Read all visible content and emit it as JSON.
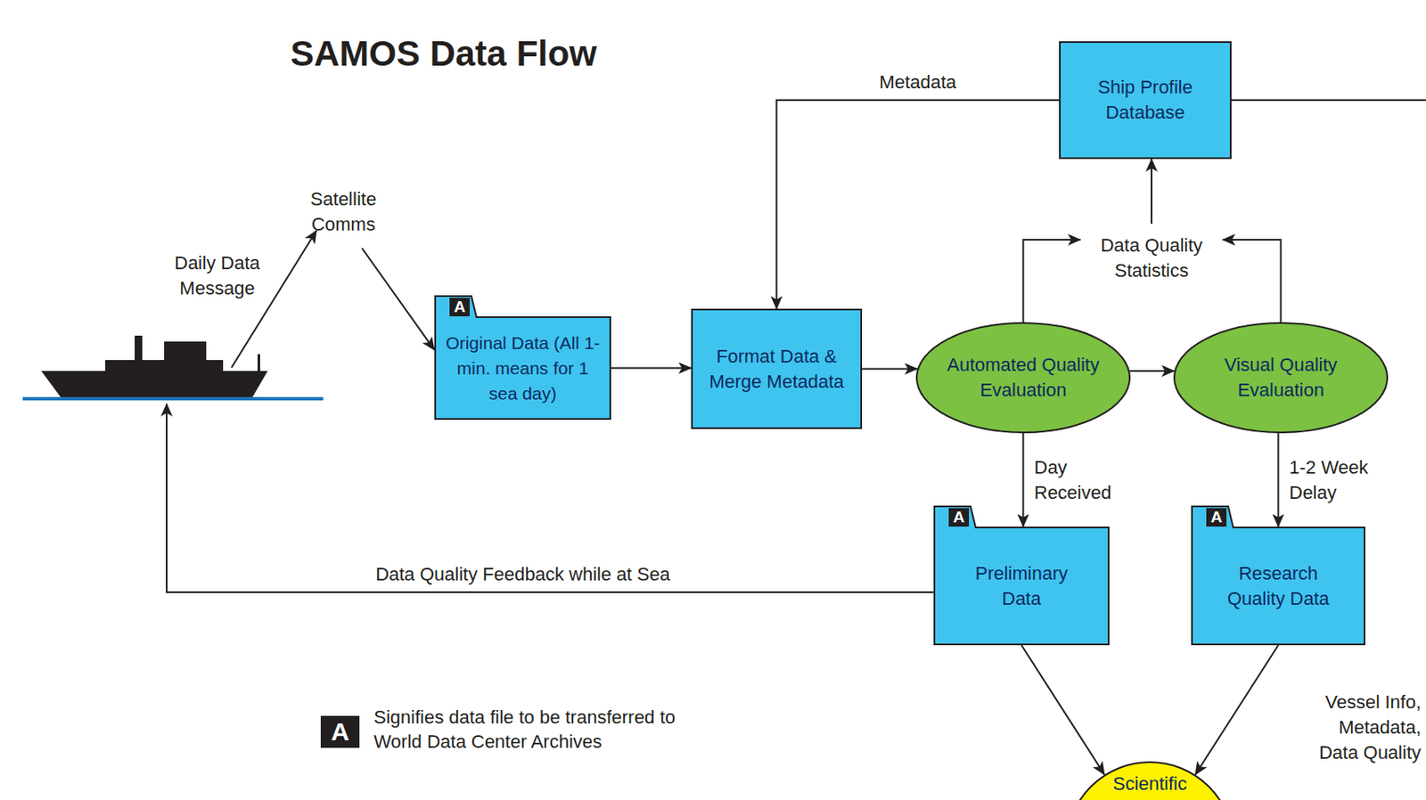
{
  "diagram": {
    "title": "SAMOS Data Flow",
    "nodes": [
      {
        "text": [
          "Satellite Comms"
        ]
      },
      {
        "text": [
          "Original Data (All 1-min. means for 1 sea day)"
        ]
      },
      {
        "text": [
          "Format Data & Merge Metadata"
        ]
      },
      {
        "text": [
          "Ship Profile Database"
        ]
      },
      {
        "text": [
          "Data Quality Statistics"
        ]
      },
      {
        "text": [
          "Automated Quality Evaluation"
        ]
      },
      {
        "text": [
          "Visual Quality Evaluation"
        ]
      },
      {
        "text": [
          "Preliminary Data"
        ]
      },
      {
        "text": [
          "Research Quality Data"
        ]
      },
      {
        "text": [
          "Scientific"
        ]
      }
    ],
    "edges": [
      {
        "from": 0,
        "to": 1,
        "arrow": "to"
      },
      {
        "from": 3,
        "to": 2,
        "label": "Metadata",
        "arrow": "to"
      },
      {
        "from": 1,
        "to": 2,
        "arrow": "to"
      },
      {
        "from": 2,
        "to": 5,
        "arrow": "to"
      },
      {
        "from": 5,
        "to": 6,
        "arrow": "to"
      },
      {
        "from": 5,
        "to": 4,
        "arrow": "to"
      },
      {
        "from": 6,
        "to": 4,
        "arrow": "to"
      },
      {
        "from": 4,
        "to": 3,
        "arrow": "to"
      },
      {
        "from": 5,
        "to": 7,
        "label": "Day Received",
        "arrow": "to"
      },
      {
        "from": 6,
        "to": 8,
        "label": "1-2 Week Delay",
        "arrow": "to"
      },
      {
        "from": 7,
        "to": 9,
        "arrow": "to"
      },
      {
        "from": 8,
        "to": 9,
        "arrow": "to"
      }
    ],
    "labels": [
      "Daily Data Message",
      "Data Quality Feedback while at Sea",
      "A",
      "A",
      "A",
      "A",
      "Vessel Info, Metadata, Data Quality"
    ],
    "legend": [
      {
        "text": "Signifies data file to be transferred to World Data Center Archives"
      }
    ]
  }
}
